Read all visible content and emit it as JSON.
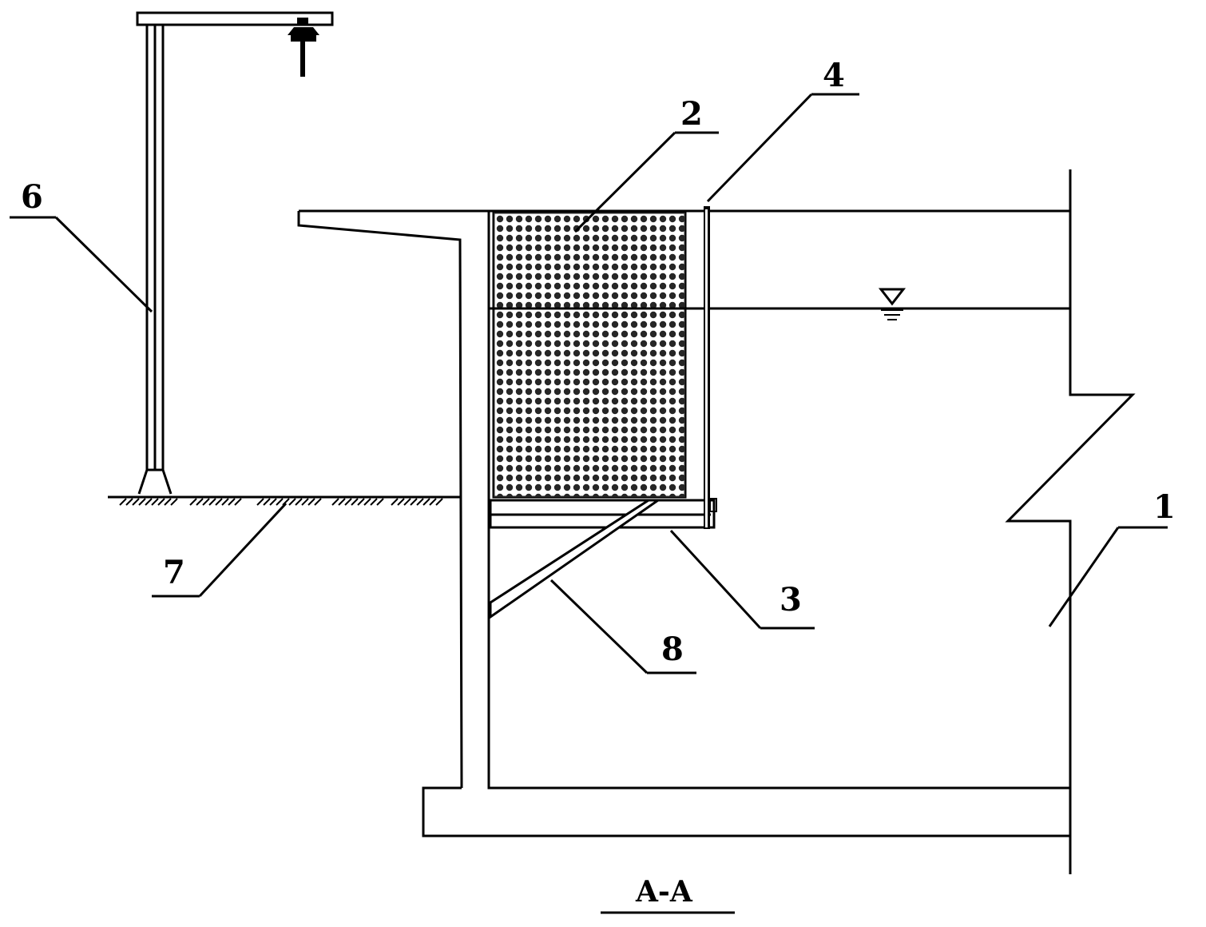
{
  "section_title": "A-A",
  "labels": {
    "tank": "1",
    "filter_media": "2",
    "support_plate": "3",
    "baffle": "4",
    "lifting_frame": "6",
    "ground": "7",
    "brace": "8"
  },
  "icons": {
    "water_level": "water-level-triangle-icon",
    "hook": "hoist-hook-icon"
  },
  "colors": {
    "line": "#000000",
    "background": "#ffffff"
  }
}
